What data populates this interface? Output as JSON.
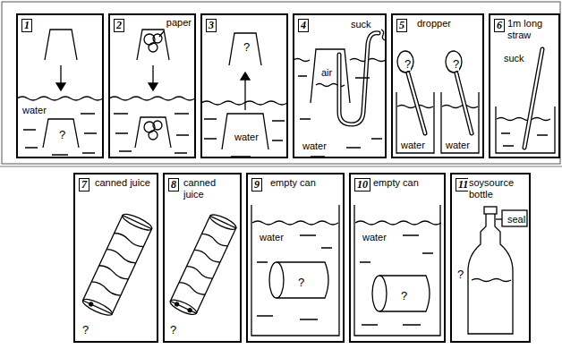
{
  "diagram": {
    "nodes": [
      {
        "text": [
          "1",
          "water",
          "?"
        ]
      },
      {
        "text": [
          "2",
          "paper"
        ]
      },
      {
        "text": [
          "3",
          "?",
          "water"
        ]
      },
      {
        "text": [
          "4",
          "suck",
          "air",
          "water"
        ]
      },
      {
        "text": [
          "5",
          "dropper",
          "?",
          "?",
          "water",
          "water"
        ]
      },
      {
        "text": [
          "6",
          "1m long straw",
          "suck"
        ]
      },
      {
        "text": [
          "7",
          "canned juice",
          "?"
        ]
      },
      {
        "text": [
          "8",
          "canned juice",
          "?"
        ]
      },
      {
        "text": [
          "9",
          "empty can",
          "water",
          "?"
        ]
      },
      {
        "text": [
          "10",
          "empty can",
          "water",
          "?"
        ]
      },
      {
        "text": [
          "11",
          "soysource bottle",
          "seal",
          "?"
        ]
      }
    ]
  }
}
